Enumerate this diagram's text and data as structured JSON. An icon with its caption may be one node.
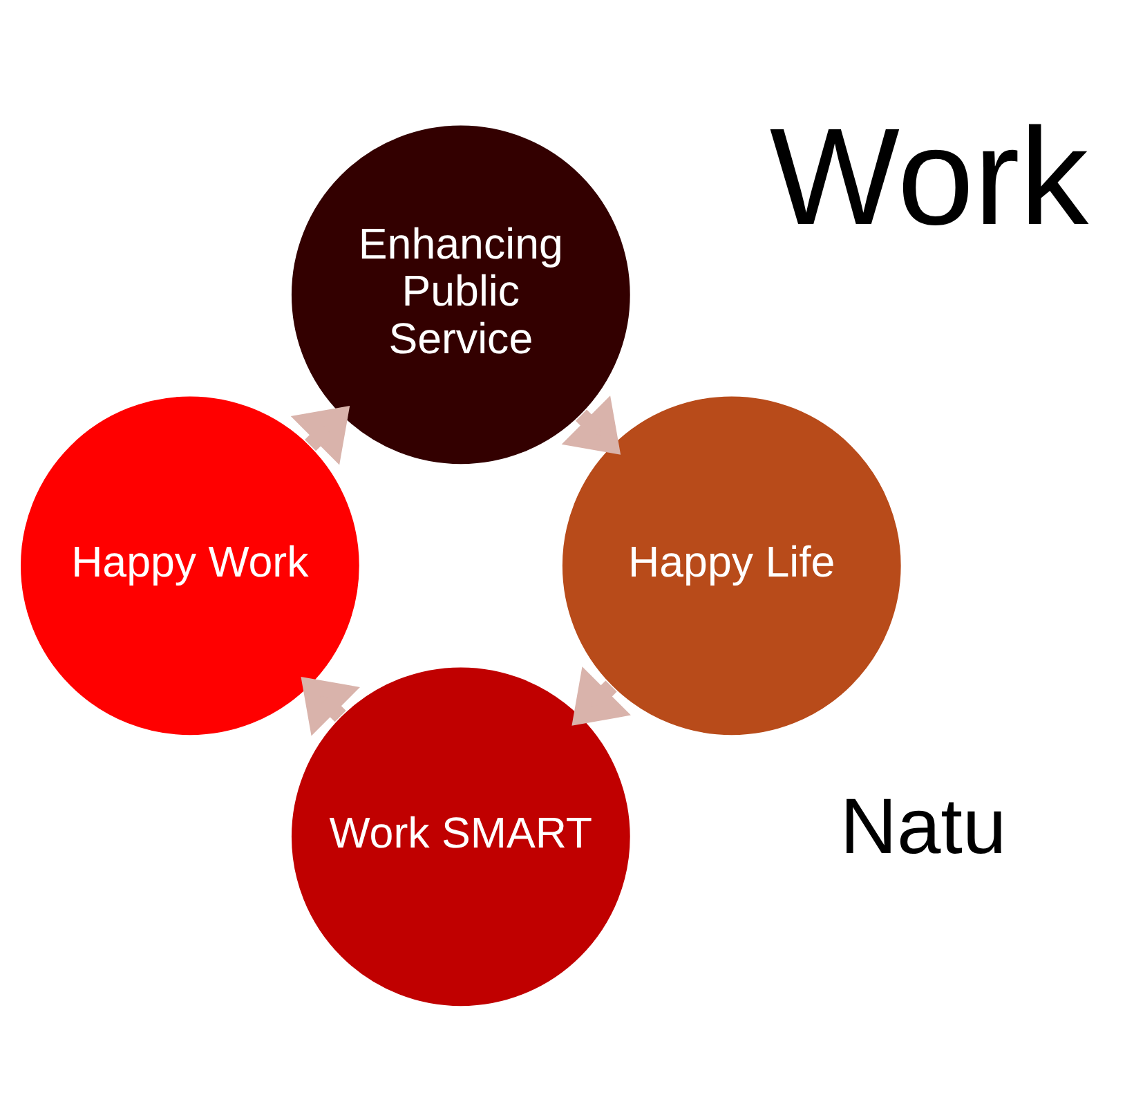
{
  "diagram": {
    "nodes": [
      {
        "text": [
          "Work SMART"
        ]
      },
      {
        "text": [
          "Happy Life"
        ]
      },
      {
        "text": [
          "Happy Work"
        ]
      },
      {
        "text": [
          "Enhancing Public Service"
        ]
      }
    ],
    "edges": [
      {
        "from": 0,
        "to": 2,
        "arrow": "to"
      },
      {
        "from": 2,
        "to": 3,
        "arrow": "to"
      },
      {
        "from": 3,
        "to": 1,
        "arrow": "to"
      },
      {
        "from": 1,
        "to": 0,
        "arrow": "to"
      }
    ],
    "labels": [
      "Natu",
      "Work"
    ]
  }
}
